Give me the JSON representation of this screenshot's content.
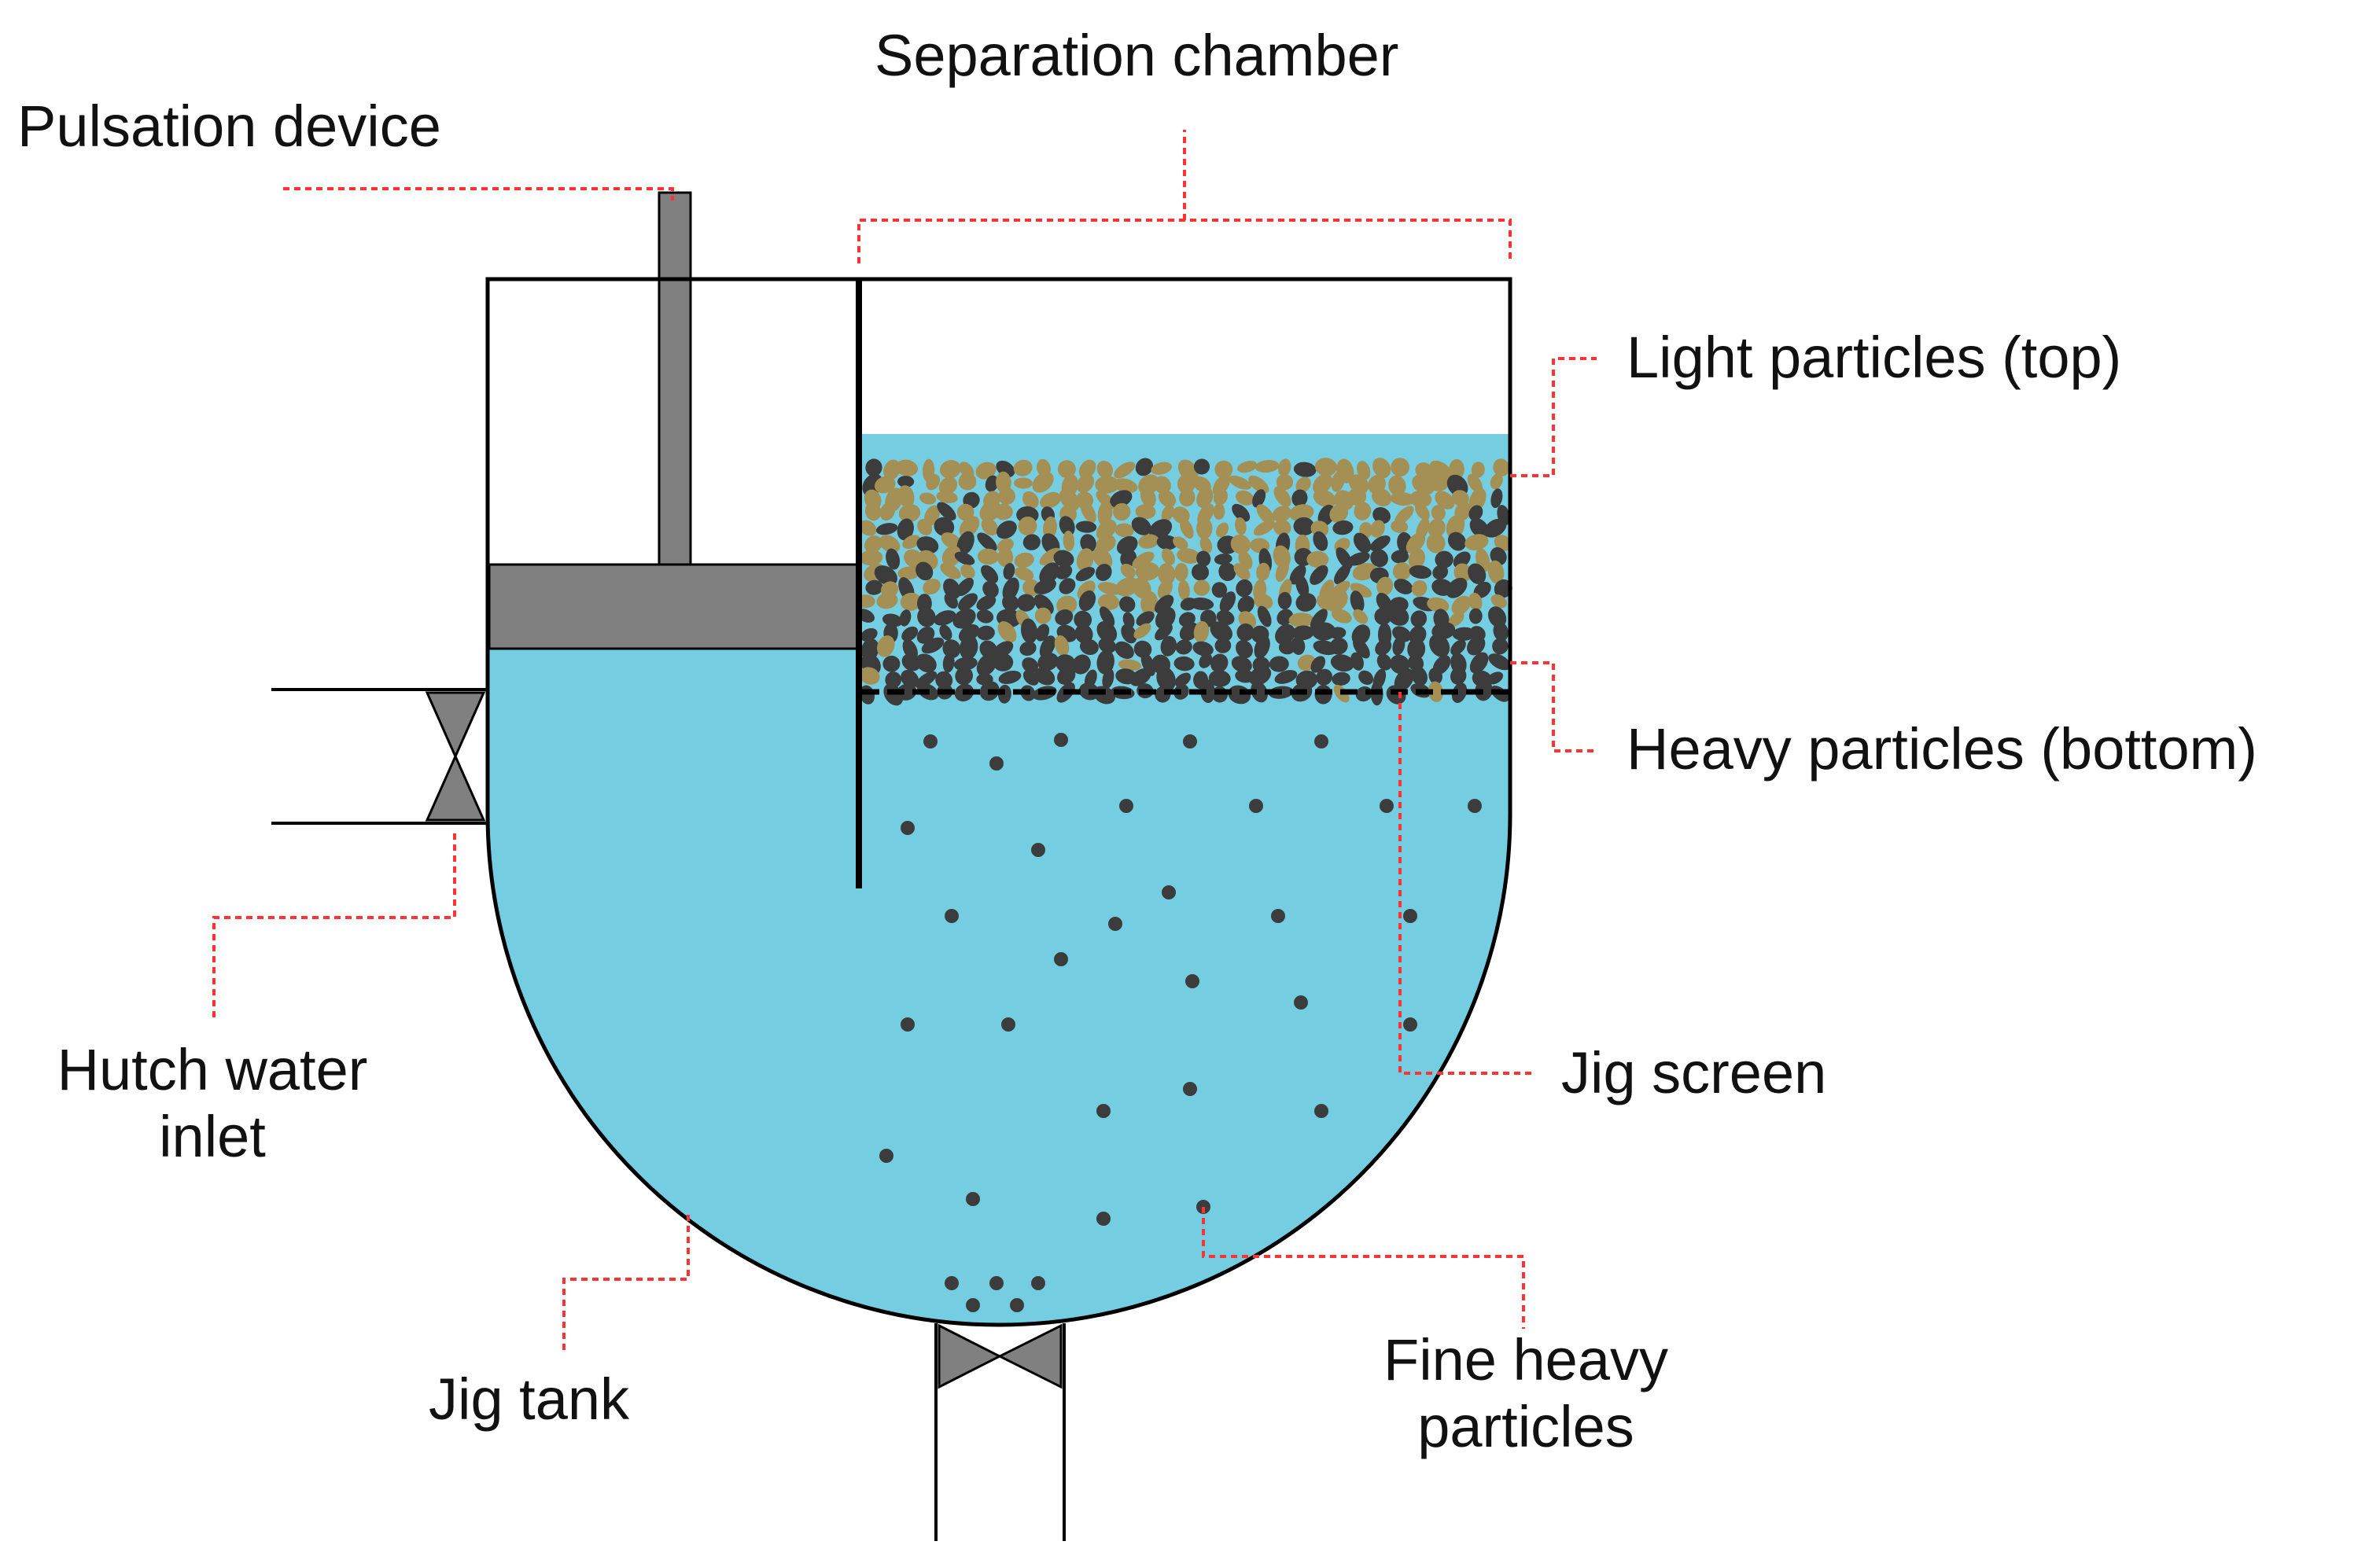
{
  "labels": {
    "pulsation_device": "Pulsation device",
    "separation_chamber": "Separation chamber",
    "light_particles": "Light particles (top)",
    "heavy_particles": "Heavy particles (bottom)",
    "jig_screen": "Jig screen",
    "hutch_water_line1": "Hutch water",
    "hutch_water_line2": "inlet",
    "jig_tank": "Jig tank",
    "fine_heavy_line1": "Fine heavy",
    "fine_heavy_line2": "particles"
  },
  "colors": {
    "water": "#74CDE0",
    "outline": "#000000",
    "piston": "#808080",
    "light_particle": "#A48F55",
    "heavy_particle": "#3C3C3C",
    "leader_line": "#FF3333"
  }
}
